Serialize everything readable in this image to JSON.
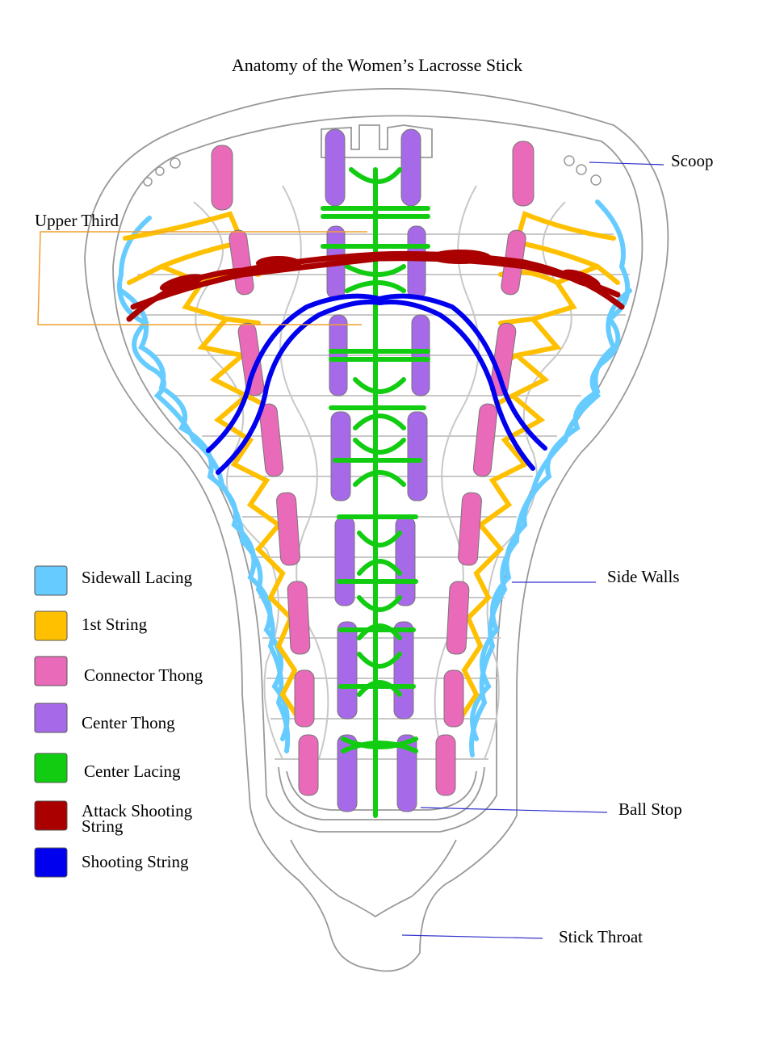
{
  "title": "Anatomy of the Women’s Lacrosse Stick",
  "callouts": {
    "scoop": "Scoop",
    "upper_third": "Upper Third",
    "side_walls": "Side Walls",
    "ball_stop": "Ball Stop",
    "stick_throat": "Stick Throat"
  },
  "legend": [
    {
      "label": "Sidewall Lacing",
      "color": "#66ccff"
    },
    {
      "label": "1st String",
      "color": "#ffc000"
    },
    {
      "label": "Connector Thong",
      "color": "#e86ab8"
    },
    {
      "label": "Center Thong",
      "color": "#a66ae8"
    },
    {
      "label": "Center Lacing",
      "color": "#11cc11"
    },
    {
      "label": "Attack Shooting String",
      "label_line1": "Attack Shooting",
      "label_line2": "String",
      "color": "#aa0000"
    },
    {
      "label": "Shooting String",
      "color": "#0000ee"
    }
  ],
  "colors": {
    "outline": "#999999",
    "net": "#bbbbbb",
    "callout_line": "#3333cc",
    "upper_third_bracket": "#f0a030"
  }
}
